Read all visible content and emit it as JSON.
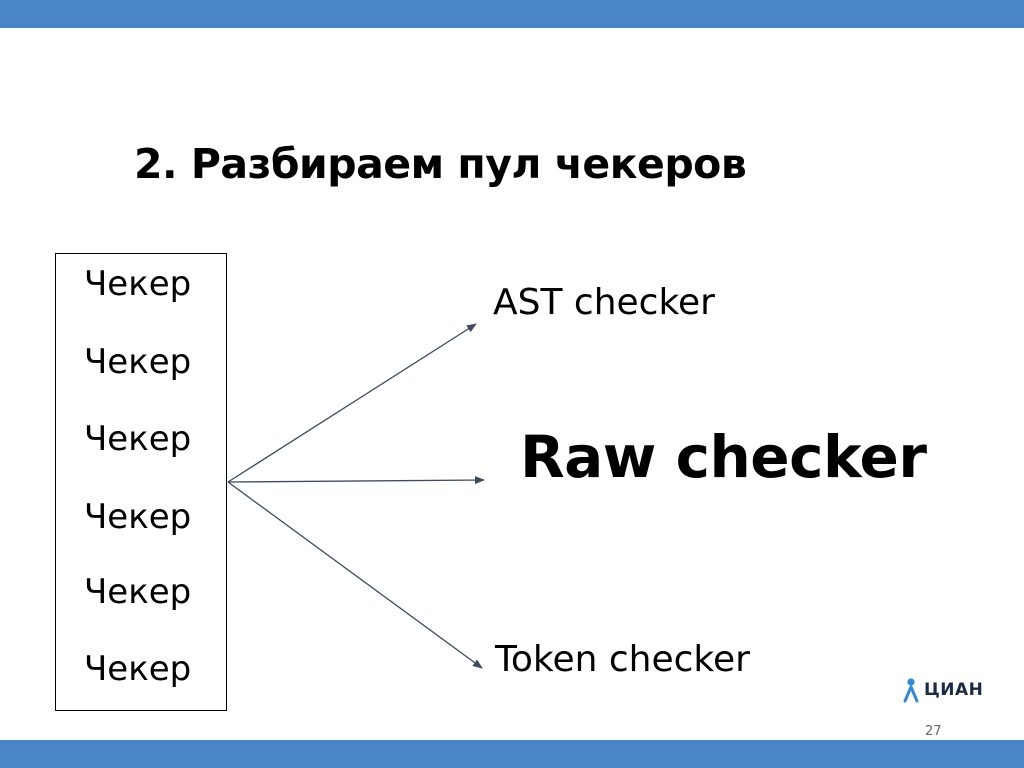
{
  "slide": {
    "title": "2. Разбираем пул чекеров",
    "pool_items": [
      "Чекер",
      "Чекер",
      "Чекер",
      "Чекер",
      "Чекер",
      "Чекер"
    ],
    "targets": {
      "ast": "AST checker",
      "raw": "Raw checker",
      "token": "Token checker"
    },
    "logo_text": "ЦИАН",
    "logo_icon": "person-icon",
    "page_number": "27"
  },
  "colors": {
    "bar": "#4a86c5",
    "arrow": "#3d4a63",
    "logo_accent": "#2f8ad8"
  }
}
